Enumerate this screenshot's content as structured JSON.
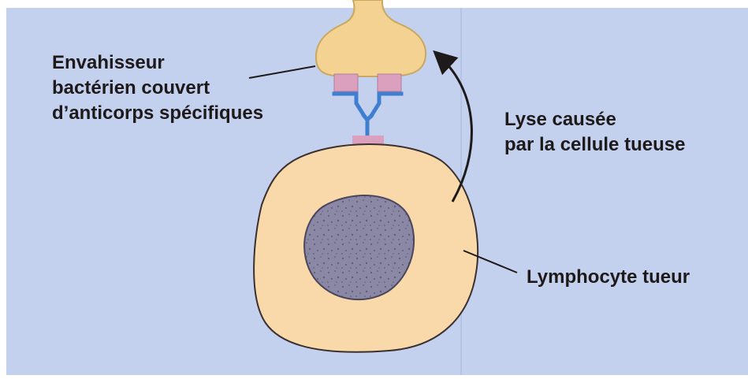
{
  "labels": {
    "invader": [
      "Envahisseur",
      "bactérien couvert",
      "d’anticorps spécifiques"
    ],
    "lysis": [
      "Lyse causée",
      "par la cellule tueuse"
    ],
    "killer": "Lymphocyte tueur"
  },
  "colors": {
    "background_panel": "#c3d0ee",
    "bacterium": "#f4d392",
    "bacterium_outline": "#c9a85f",
    "cell_body": "#f9d9a9",
    "cell_outline": "#3a3030",
    "nucleus": "#8a88a4",
    "antibody": "#3f7fd0",
    "antigen": "#dba0bd",
    "receptor": "#dba0bd"
  }
}
